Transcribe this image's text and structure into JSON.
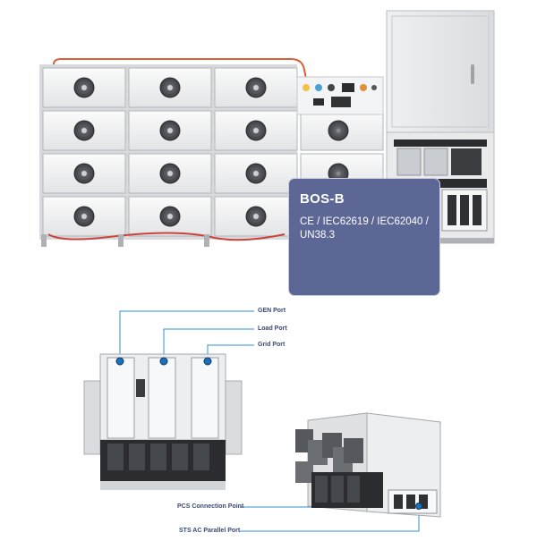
{
  "callout": {
    "title": "BOS-B",
    "certifications": "CE / IEC62619 / IEC62040 / UN38.3"
  },
  "ports": {
    "gen": "GEN Port",
    "load": "Load Port",
    "grid": "Grid Port",
    "pcs": "PCS Connection Point",
    "sts": "STS AC Parallel Port"
  },
  "colors": {
    "callout_bg": "#5c6796",
    "leader_line": "#2f8fd6",
    "label_text": "#3a4a74"
  }
}
